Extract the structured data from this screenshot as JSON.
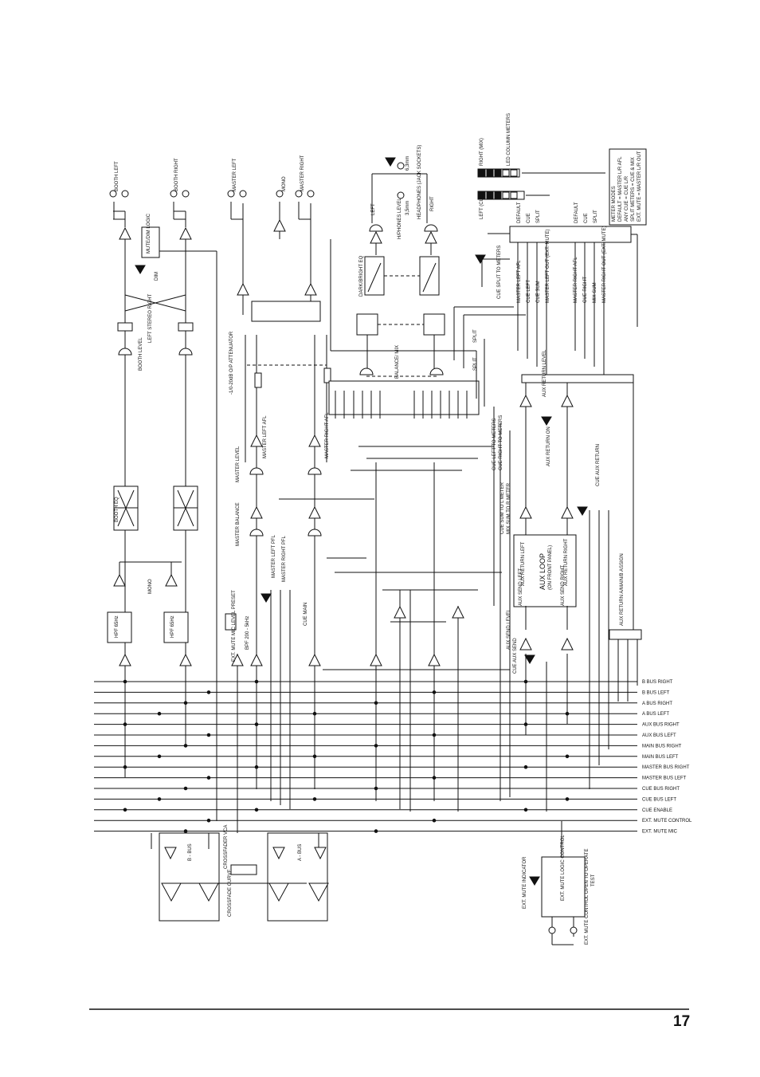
{
  "page_number": "17",
  "outputs": {
    "booth_left": "BOOTH LEFT",
    "booth_right": "BOOTH RIGHT",
    "master_left": "MASTER LEFT",
    "mono": "MONO",
    "master_right": "MASTER RIGHT"
  },
  "headphones": {
    "jack_6_3mm": "6,3mm",
    "jack_3_5mm": "3,5mm",
    "headphones_jack_sockets": "HEADPHONES (JACK SOCKETS)",
    "level": "H/PHONES LEVEL",
    "left": "LEFT",
    "right": "RIGHT",
    "dark_bright_eq": "DARK/BRIGHT EQ",
    "balance_mix": "BALANCE/ MIX",
    "split": "SPLIT"
  },
  "meters": {
    "right_mix": "RIGHT (MIX)",
    "left_cue": "LEFT (CUE)",
    "led_column_meters": "LED COLUMN METERS",
    "default_1": "DEFAULT",
    "cue_1": "CUE",
    "split_1": "SPLIT",
    "default_2": "DEFAULT",
    "cue_2": "CUE",
    "split_2": "SPLIT",
    "cue_split_to_meters": "CUE SPLIT TO METERS",
    "modes_title": "METER MODES",
    "modes": [
      "DEFAULT = MASTER L/R AFL",
      "ANY CUE = CUE L/R",
      "SPLIT METERS = CUE & MIX",
      "EXT. MUTE = MASTER L/R OUT"
    ]
  },
  "meter_feeds": {
    "master_left_afl": "MASTER LEFT AFL",
    "cue_left": "CUE LEFT",
    "cue_sum": "CUE SUM",
    "master_left_out": "MASTER LEFT OUT (EXT. MUTE)",
    "master_right_afl": "MASTER RIGHT AFL",
    "cue_right": "CUE RIGHT",
    "mix_sum": "MIX SUM",
    "master_right_out": "MASTER RIGHT OUT (EXT. MUTE)"
  },
  "booth": {
    "mute_dim_logic": "MUTE/DIM LOGIC",
    "dim": "DIM",
    "stereo_switch": "LEFT STEREO RIGHT",
    "booth_level": "BOOTH LEVEL",
    "booth_eq": "BOOTH EQ",
    "mono": "MONO",
    "hpf_left": "HPF 65Hz",
    "hpf_right": "HPF 65Hz"
  },
  "master": {
    "attenuator": "-1/0-20dB O/P ATTENUATOR",
    "master_left_afl": "MASTER LEFT AFL",
    "master_right_afl": "MASTER RIGHT AFL",
    "master_level": "MASTER LEVEL",
    "master_balance": "MASTER BALANCE",
    "master_left_pfl": "MASTER LEFT PFL",
    "master_right_pfl": "MASTER RIGHT PFL",
    "cue_main": "CUE MAIN",
    "bpf": "BPF 200 - 5kHz",
    "ext_mute_mic_level": "EXT. MUTE MIC LEVEL PRESET"
  },
  "cue_meters": {
    "cue_left_to_meters": "CUE LEFT TO METERS",
    "cue_right_to_meters": "CUE RIGHT TO METERS",
    "cue_sum_to_l_meter": "CUE SUM TO L METER",
    "mix_sum_to_r_meter": "MIX SUM TO R METER"
  },
  "aux": {
    "aux_return_level": "AUX RETURN LEVEL",
    "aux_return_on": "AUX RETURN ON",
    "cue_aux_return": "CUE AUX RETURN",
    "aux_loop_title": "AUX LOOP",
    "front_panel": "(ON FRONT PANEL)",
    "aux_return_left": "AUX RETURN LEFT",
    "aux_return_right": "AUX RETURN RIGHT",
    "aux_send_left": "AUX SEND LEFT",
    "aux_send_right": "AUX SEND RIGHT",
    "aux_send_level": "AUX SEND LEVEL",
    "cue_aux_send": "CUE AUX SEND",
    "aux_return_assign": "AUX RETURN A/MAIN/B ASSIGN"
  },
  "buses": [
    "B BUS RIGHT",
    "B BUS LEFT",
    "A BUS RIGHT",
    "A BUS LEFT",
    "AUX BUS RIGHT",
    "AUX BUS LEFT",
    "MAIN BUS RIGHT",
    "MAIN BUS LEFT",
    "MASTER BUS RIGHT",
    "MASTER BUS LEFT",
    "CUE BUS RIGHT",
    "CUE BUS LEFT",
    "CUE ENABLE",
    "EXT. MUTE CONTROL",
    "EXT. MUTE MIC"
  ],
  "crossfader": {
    "b_bus": "B - BUS",
    "a_bus": "A - BUS",
    "crossfader_vca": "CROSSFADER VCA",
    "crossfade_curve": "CROSSFADE CURVE"
  },
  "ext_mute": {
    "indicator": "EXT. MUTE INDICATOR",
    "logic_control": "EXT. MUTE LOGIC CONTROL",
    "test": "TEST",
    "control_open": "EXT. MUTE CONTROL OPEN TO OPERATE"
  }
}
